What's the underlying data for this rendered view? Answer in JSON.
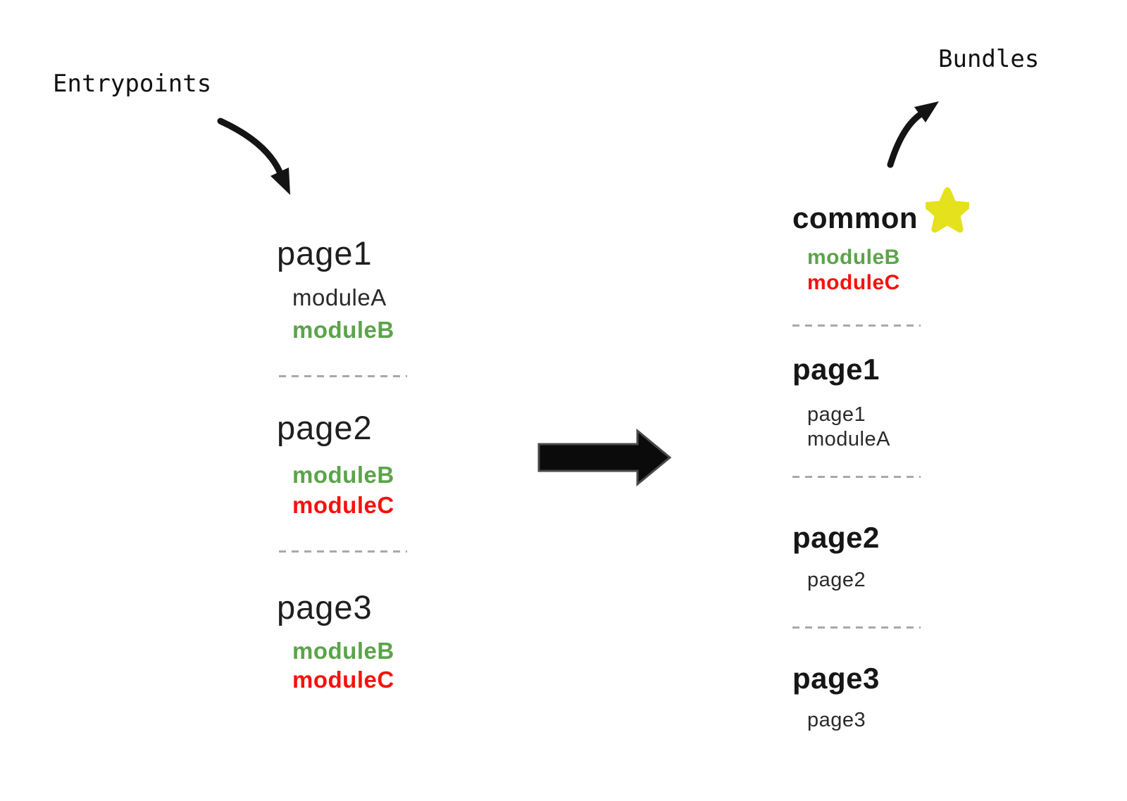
{
  "labels": {
    "entrypoints": "Entrypoints",
    "bundles": "Bundles"
  },
  "colors": {
    "green": "#5ba44a",
    "red": "#fa100c",
    "star_yellow": "#e5e11c",
    "heading": "#1e1e1e",
    "text": "#2a2a2a",
    "dash": "#a9a9a9",
    "arrow": "#111111"
  },
  "icons": {
    "star": "★",
    "arrow_right": "→"
  },
  "entrypoints": [
    {
      "name": "page1",
      "modules": [
        {
          "label": "moduleA",
          "color": "#2a2a2a",
          "bold": false
        },
        {
          "label": "moduleB",
          "color": "#5ba44a",
          "bold": true
        }
      ]
    },
    {
      "name": "page2",
      "modules": [
        {
          "label": "moduleB",
          "color": "#5ba44a",
          "bold": true
        },
        {
          "label": "moduleC",
          "color": "#fa100c",
          "bold": true
        }
      ]
    },
    {
      "name": "page3",
      "modules": [
        {
          "label": "moduleB",
          "color": "#5ba44a",
          "bold": true
        },
        {
          "label": "moduleC",
          "color": "#fa100c",
          "bold": true
        }
      ]
    }
  ],
  "bundles": [
    {
      "name": "common",
      "starred": true,
      "modules": [
        {
          "label": "moduleB",
          "color": "#5ba44a",
          "bold": true
        },
        {
          "label": "moduleC",
          "color": "#fa100c",
          "bold": true
        }
      ]
    },
    {
      "name": "page1",
      "starred": false,
      "modules": [
        {
          "label": "page1",
          "color": "#2a2a2a",
          "bold": false
        },
        {
          "label": "moduleA",
          "color": "#2a2a2a",
          "bold": false
        }
      ]
    },
    {
      "name": "page2",
      "starred": false,
      "modules": [
        {
          "label": "page2",
          "color": "#2a2a2a",
          "bold": false
        }
      ]
    },
    {
      "name": "page3",
      "starred": false,
      "modules": [
        {
          "label": "page3",
          "color": "#2a2a2a",
          "bold": false
        }
      ]
    }
  ]
}
